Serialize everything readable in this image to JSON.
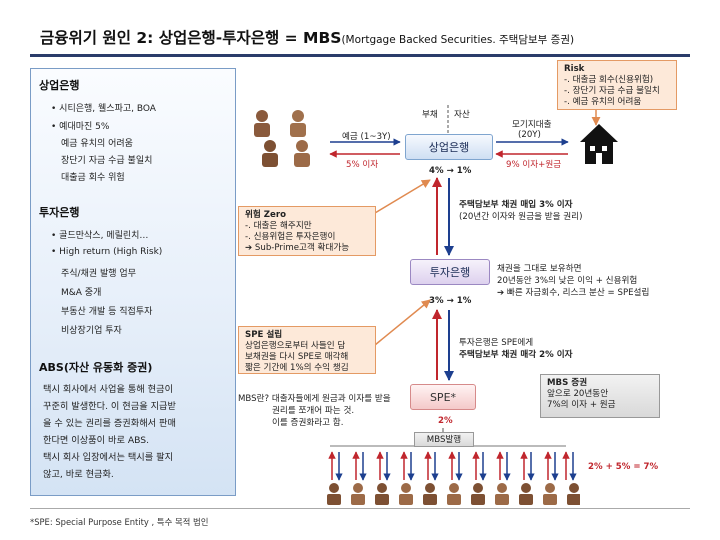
{
  "title": {
    "main": "금융위기 원인 2: 상업은행-투자은행 = MBS",
    "sub": "(Mortgage Backed Securities. 주택담보부 증권)"
  },
  "left_panel": {
    "commercial": {
      "heading": "상업은행",
      "items": [
        "•  시티은행, 웰스파고, BOA",
        "•  예대마진 5%",
        "예금 유치의 어려움",
        "장단기 자금 수급 불일치",
        "대출금 회수 위험"
      ]
    },
    "investment": {
      "heading": "투자은행",
      "items": [
        "•  골드만삭스, 메릴린치…",
        "•  High return (High  Risk)",
        "주식/채권 발행 업무",
        "M&A 중개",
        "부동산 개발 등 직접투자",
        "비상장기업 투자"
      ]
    },
    "abs": {
      "heading": "ABS(자산 유동화 증권)",
      "lines": [
        "택시 회사에서 사업을 통해 현금이",
        "꾸준히 발생한다. 이 현금을 지급받",
        "을 수 있는 권리를 증권화해서 판매",
        "한다면 이상품이 바로 ABS.",
        "택시 회사 입장에서는 택시를 팔지",
        "않고, 바로 현금화."
      ]
    }
  },
  "diagram": {
    "risk_box": {
      "title": "Risk",
      "lines": [
        "-. 대출금 회수(신용위험)",
        "-. 장단기 자금 수급 불일치",
        "-. 예금 유치의 어려움"
      ]
    },
    "ledger": {
      "liability": "부채",
      "asset": "자산"
    },
    "commercial_bank": "상업은행",
    "investment_bank": "투자은행",
    "spe": "SPE*",
    "mbs_issue": "MBS발행",
    "deposit_label": "예금 (1~3Y)",
    "deposit_interest": "5% 이자",
    "mortgage_label": "모기지대출",
    "mortgage_term": "(20Y)",
    "mortgage_interest": "9% 이자+원금",
    "cb_rate": "4% → 1%",
    "ib_rate": "3% → 1%",
    "spe_rate": "2%",
    "risk_zero_box": {
      "title": "위험 Zero",
      "lines": [
        "-. 대출은 해주지만",
        "-. 신용위험은 투자은행이",
        "➔ Sub-Prime고객 확대가능"
      ]
    },
    "spe_setup_box": {
      "title": "SPE 설립",
      "lines": [
        "상업은행으로부터 사들인 담",
        "보채권을 다시 SPE로 매각해",
        "짧은 기간에 1%의 수익 챙김"
      ]
    },
    "mbs_box": {
      "title": "MBS 증권",
      "lines": [
        "앞으로 20년동안",
        "7%의  이자 +   원금"
      ]
    },
    "cb_to_ib_note": {
      "line1": "주택담보부 채권 매입 3% 이자",
      "line2": "(20년간 이자와 원금을 받을 권리)"
    },
    "ib_hold_note": {
      "line1": "채권을 그대로 보유하면",
      "line2": "20년동안 3%의 낮은 이익 + 신용위험",
      "line3": "➔ 빠른 자금회수, 리스크 분산 = SPE설립"
    },
    "ib_to_spe_note": {
      "line1": "투자은행은 SPE에게",
      "line2": "주택담보부 채권 매각 2% 이자"
    },
    "mbs_question": {
      "line1": "MBS란? 대출자들에게 원금과 이자를 받을",
      "line2": "권리를 쪼개어 파는 것.",
      "line3": "이를 증권화라고 함."
    },
    "investor_sum": "2% + 5% = 7%"
  },
  "footnote": "*SPE: Special Purpose Entity , 특수 목적 법인"
}
